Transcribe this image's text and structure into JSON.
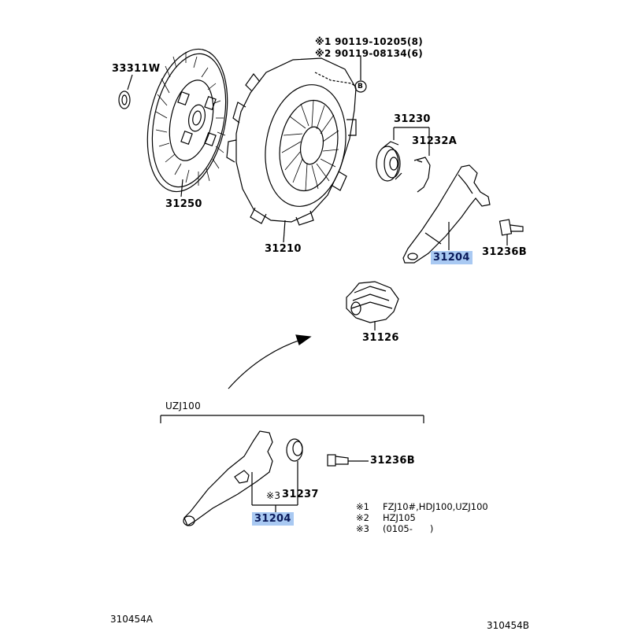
{
  "parts": {
    "p33311w": "33311W",
    "p31250": "31250",
    "p31210": "31210",
    "p31230": "31230",
    "p31232a": "31232A",
    "p31204_top": "31204",
    "p31236b_top": "31236B",
    "p31126": "31126",
    "p31236b_bot": "31236B",
    "p31237": "31237",
    "p31204_bot": "31204"
  },
  "bolts": {
    "line1": "※1 90119-10205(8)",
    "line2": "※2 90119-08134(6)",
    "ref_circle": "B"
  },
  "section_label": "UZJ100",
  "mark3": "※3",
  "notes": [
    {
      "mark": "※1",
      "text": "FZJ10#,HDJ100,UZJ100"
    },
    {
      "mark": "※2",
      "text": "HZJ105"
    },
    {
      "mark": "※3",
      "text": "(0105-      )"
    }
  ],
  "footer": {
    "left": "310454A",
    "right": "310454B"
  },
  "colors": {
    "highlight": "#a9c9f2",
    "line": "#000000"
  }
}
